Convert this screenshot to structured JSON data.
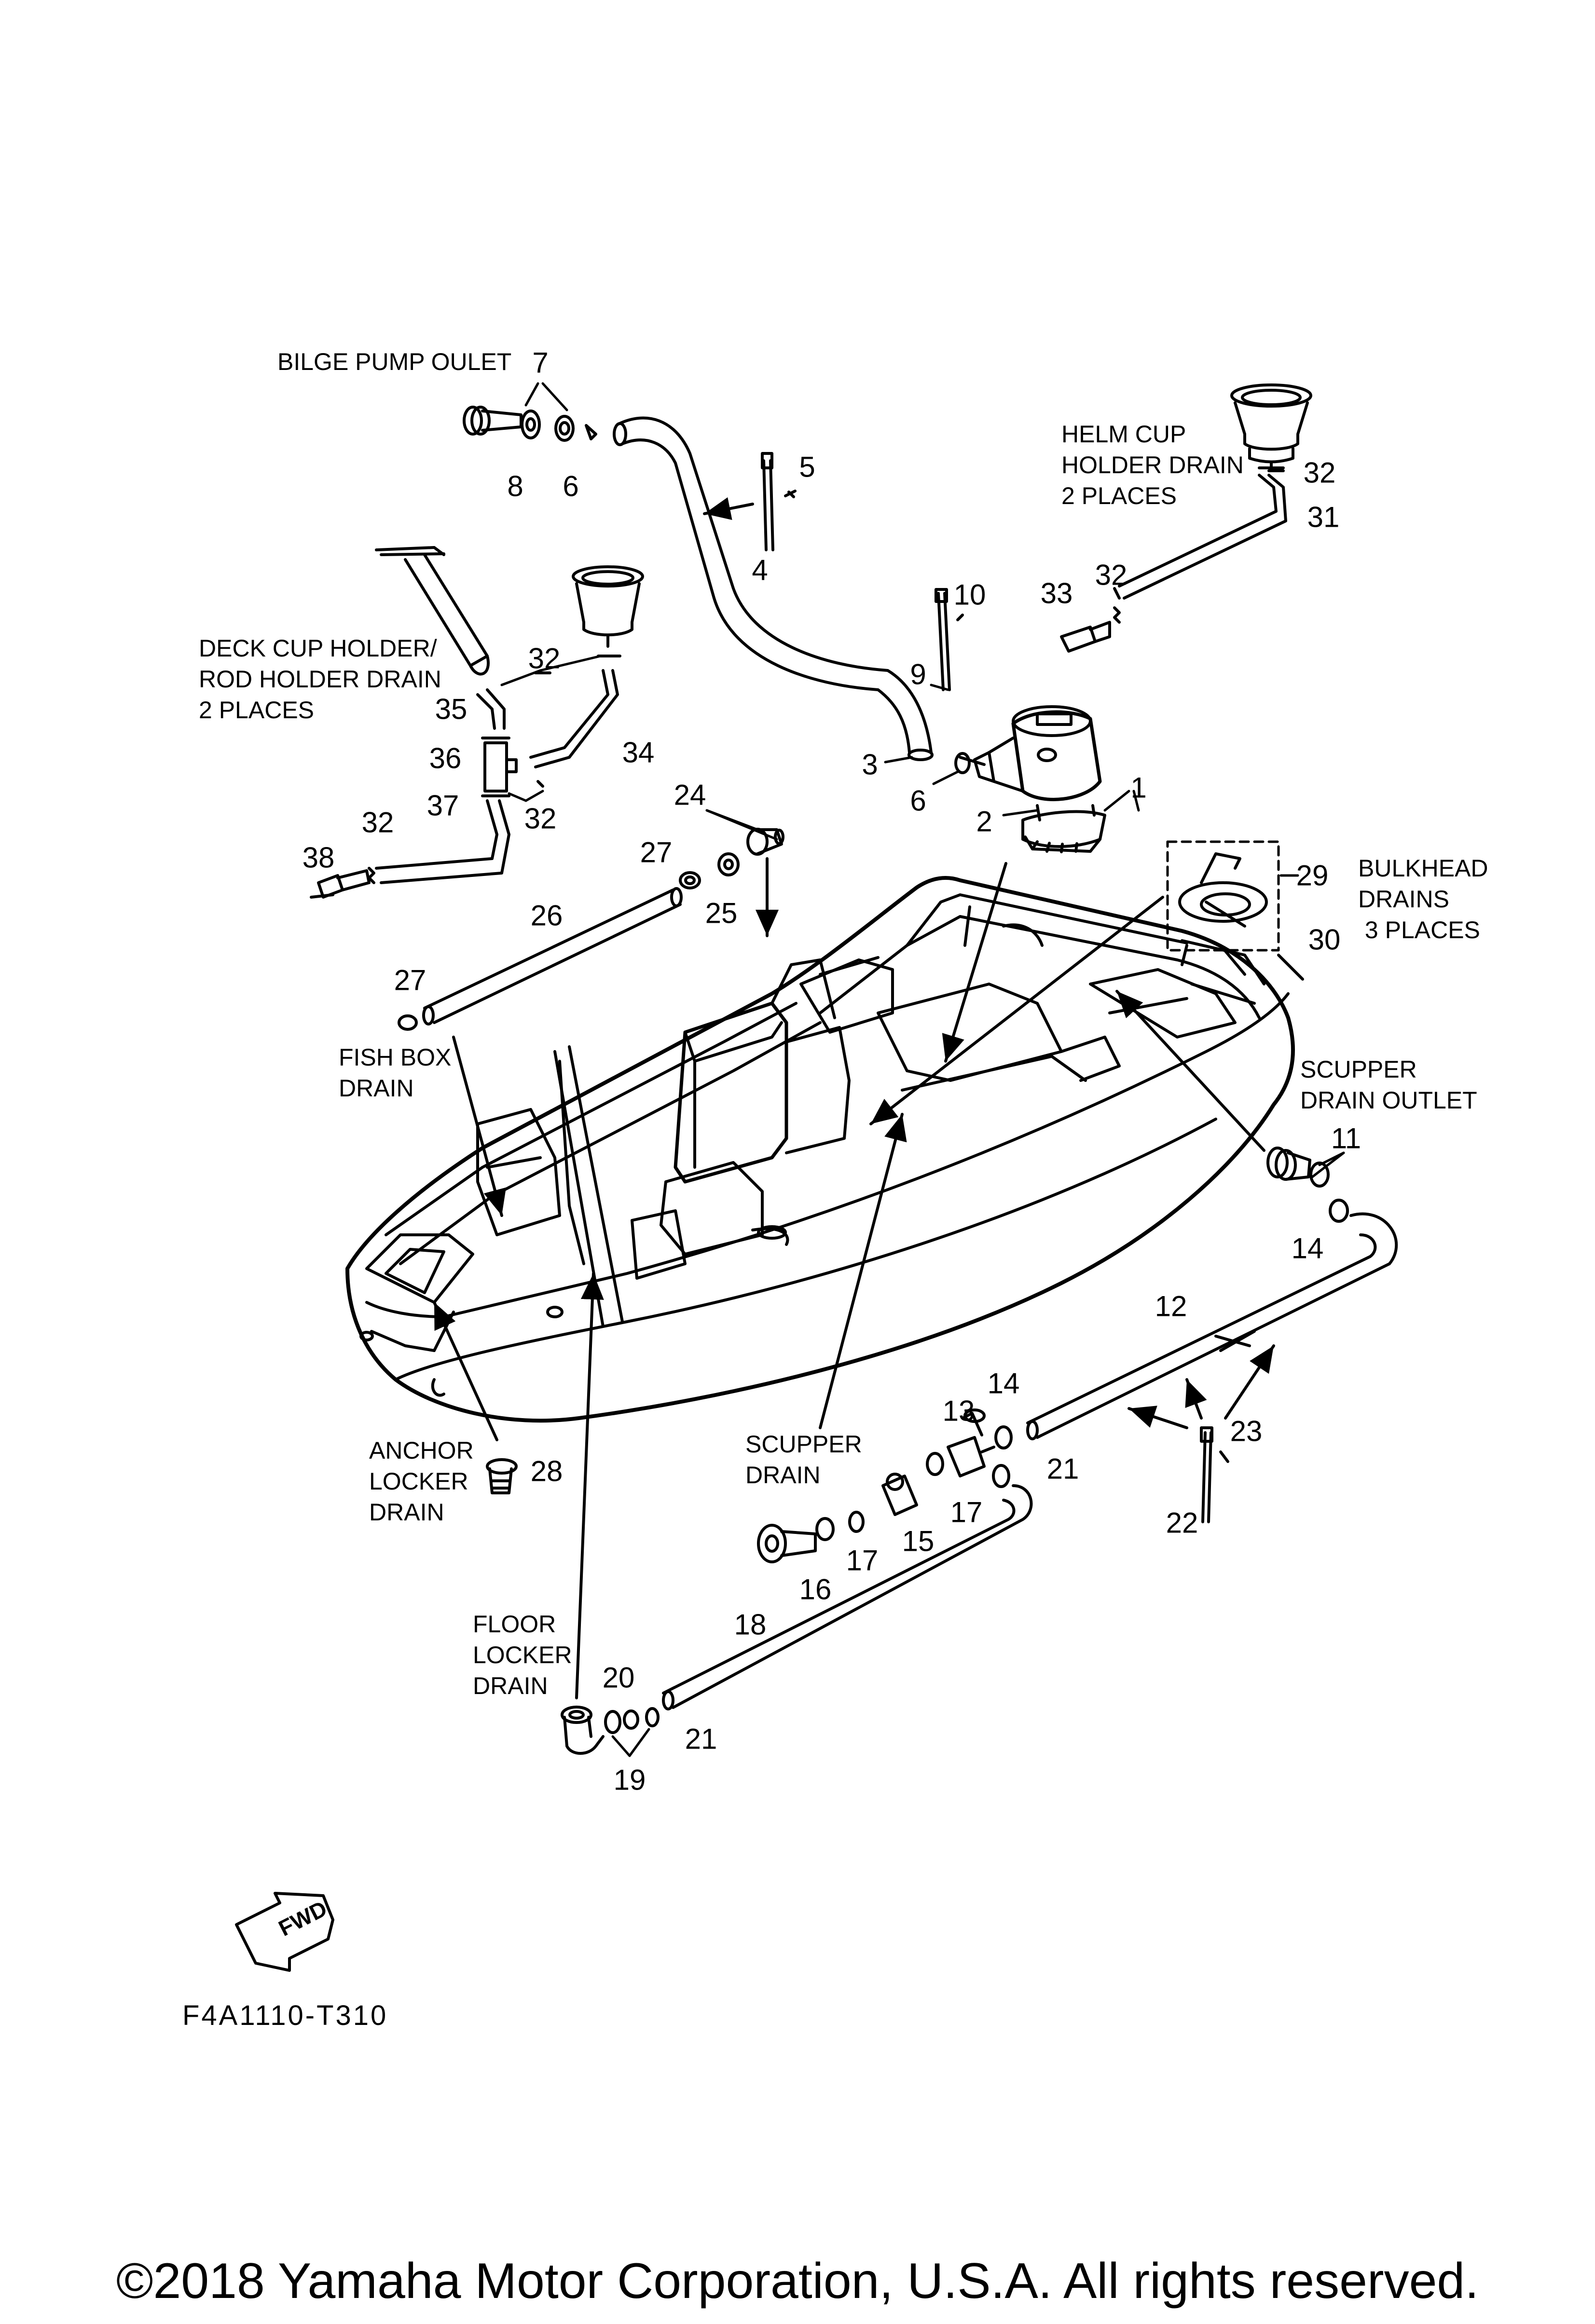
{
  "callouts": {
    "bilge_pump_outlet": "BILGE PUMP OULET",
    "helm_cup_holder_drain": "HELM CUP\nHOLDER DRAIN\n2 PLACES",
    "deck_cup_holder_drain": "DECK CUP HOLDER/\nROD HOLDER DRAIN\n2 PLACES",
    "bulkhead_drains": "BULKHEAD\nDRAINS\n 3 PLACES",
    "fish_box_drain": "FISH BOX\nDRAIN",
    "scupper_drain_outlet": "SCUPPER\nDRAIN OUTLET",
    "anchor_locker_drain": "ANCHOR\nLOCKER\nDRAIN",
    "scupper_drain": "SCUPPER\nDRAIN",
    "floor_locker_drain": "FLOOR\nLOCKER\nDRAIN"
  },
  "parts": {
    "p1": "1",
    "p2": "2",
    "p3": "3",
    "p4": "4",
    "p5": "5",
    "p6a": "6",
    "p6b": "6",
    "p7": "7",
    "p8": "8",
    "p9": "9",
    "p10": "10",
    "p11": "11",
    "p12": "12",
    "p13": "13",
    "p14a": "14",
    "p14b": "14",
    "p15": "15",
    "p16": "16",
    "p17a": "17",
    "p17b": "17",
    "p18": "18",
    "p19": "19",
    "p20": "20",
    "p21a": "21",
    "p21b": "21",
    "p22": "22",
    "p23": "23",
    "p24": "24",
    "p25": "25",
    "p26": "26",
    "p27a": "27",
    "p27b": "27",
    "p28": "28",
    "p29": "29",
    "p30": "30",
    "p31": "31",
    "p32a": "32",
    "p32b": "32",
    "p32c": "32",
    "p32d": "32",
    "p32e": "32",
    "p33": "33",
    "p34": "34",
    "p35": "35",
    "p36": "36",
    "p37": "37",
    "p38": "38"
  },
  "fwd_symbol": "FWD",
  "figure_code": "F4A1110-T310",
  "copyright": "©2018 Yamaha Motor Corporation, U.S.A. All rights reserved."
}
